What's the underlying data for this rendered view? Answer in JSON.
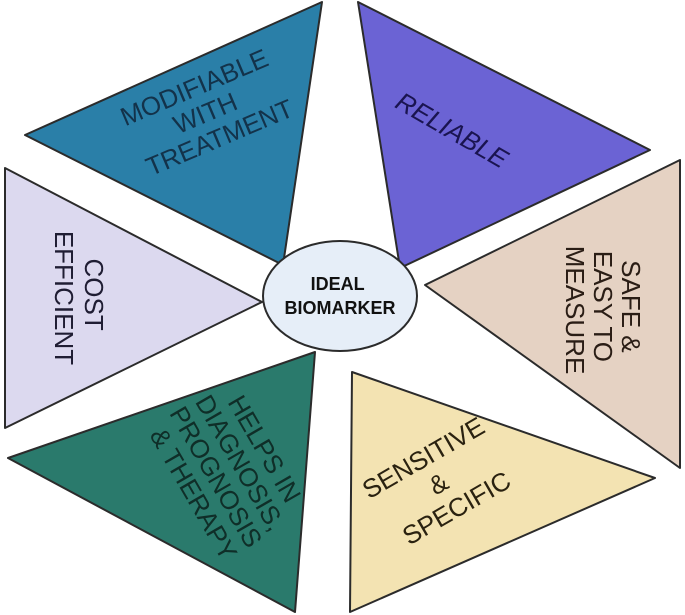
{
  "center": {
    "line1": "IDEAL",
    "line2": "BIOMARKER"
  },
  "segments": {
    "modifiable": {
      "lines": [
        "MODIFIABLE",
        "WITH",
        "TREATMENT"
      ],
      "fill": "#2a7fa8",
      "text_color": "#13324a"
    },
    "reliable": {
      "lines": [
        "RELIABLE"
      ],
      "fill": "#6b63d4",
      "text_color": "#1a1450"
    },
    "safe": {
      "lines": [
        "SAFE &",
        "EASY TO",
        "MEASURE"
      ],
      "fill": "#e5d2c3",
      "text_color": "#2a1d15"
    },
    "sensitive": {
      "lines": [
        "SENSITIVE",
        "&",
        "SPECIFIC"
      ],
      "fill": "#f3e3b2",
      "text_color": "#2a2210"
    },
    "helps": {
      "lines": [
        "HELPS IN",
        "DIAGNOSIS,",
        "PROGNOSIS",
        "& THERAPY"
      ],
      "fill": "#2a7a6c",
      "text_color": "#0f2e28"
    },
    "cost": {
      "lines": [
        "COST",
        "EFFICIENT"
      ],
      "fill": "#dcd9ef",
      "text_color": "#1f1d33"
    }
  },
  "colors": {
    "outline": "#2b2b2b",
    "center_fill": "#e6eef8",
    "center_stroke": "#2b2b2b"
  }
}
